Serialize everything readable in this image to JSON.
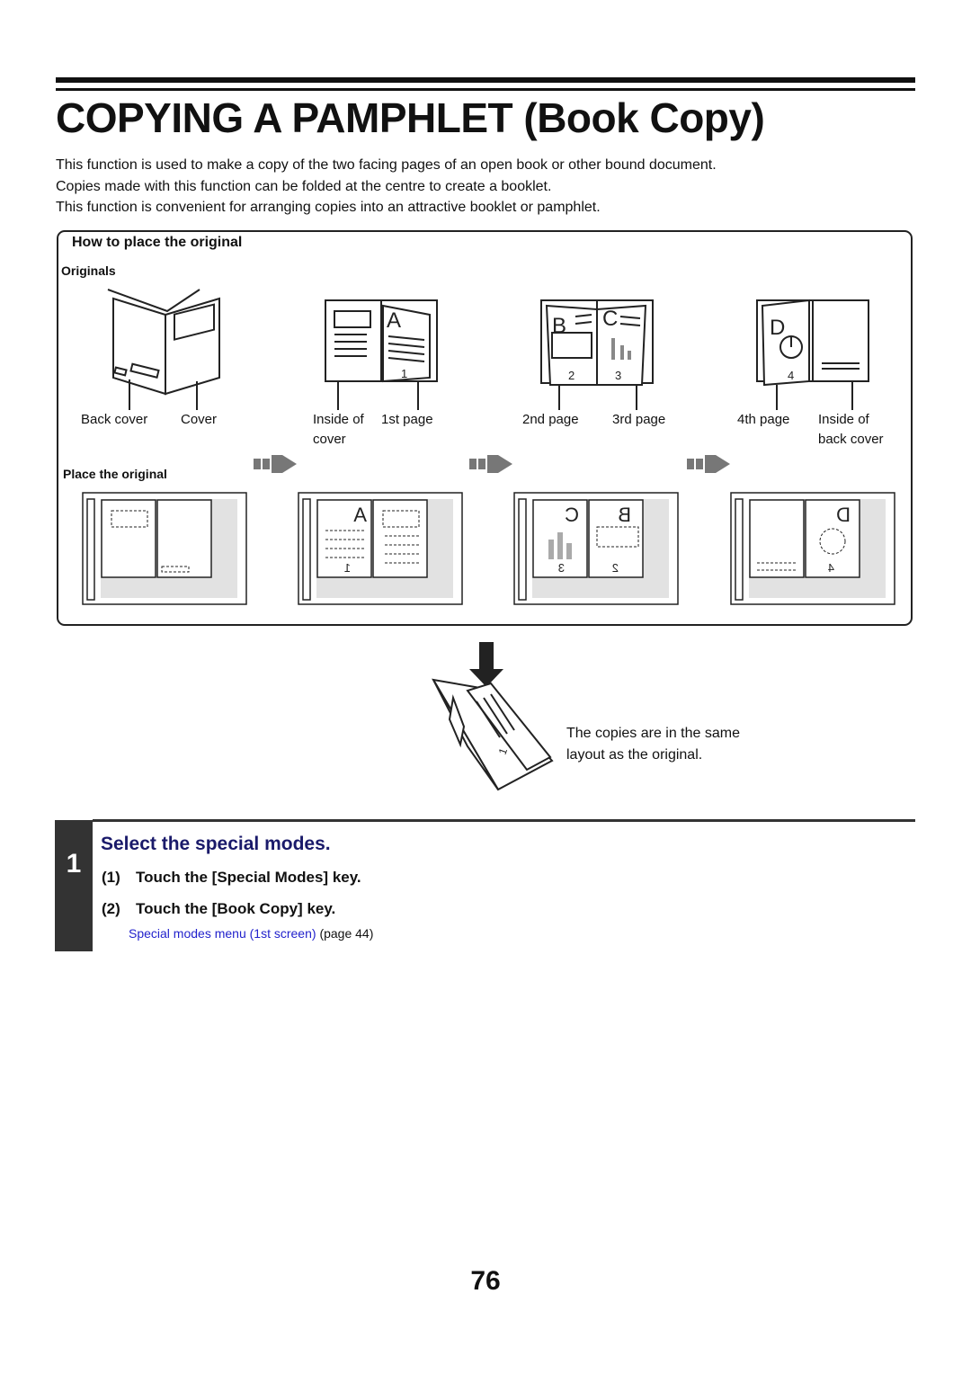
{
  "header": {
    "title": "COPYING A PAMPHLET (Book Copy)"
  },
  "intro": {
    "lines": [
      "This function is used to make a copy of the two facing pages of an open book or other bound document.",
      "Copies made with this function can be folded at the centre to create a booklet.",
      "This function is convenient for arranging copies into an attractive booklet or pamphlet."
    ]
  },
  "panel": {
    "heading": "How to place the original",
    "originals_label": "Originals",
    "place_label": "Place the original",
    "captions": {
      "back_cover": "Back cover",
      "cover": "Cover",
      "inside_cover_1": "Inside of",
      "inside_cover_2": "cover",
      "page1": "1st page",
      "page2": "2nd page",
      "page3": "3rd page",
      "page4": "4th page",
      "inside_back_1": "Inside of",
      "inside_back_2": "back cover"
    },
    "page_letters": [
      "A",
      "B",
      "C",
      "D"
    ],
    "page_numbers": [
      "1",
      "2",
      "3",
      "4"
    ]
  },
  "result": {
    "line1": "The copies are in the same",
    "line2": "layout as the original."
  },
  "step": {
    "number": "1",
    "title": "Select the special modes.",
    "sub1_num": "(1)",
    "sub1_text": "Touch the [Special Modes] key.",
    "sub2_num": "(2)",
    "sub2_text": "Touch the [Book Copy] key.",
    "ref_link": "Special modes menu (1st screen)",
    "ref_page": "(page 44)"
  },
  "footer": {
    "page_number": "76"
  }
}
